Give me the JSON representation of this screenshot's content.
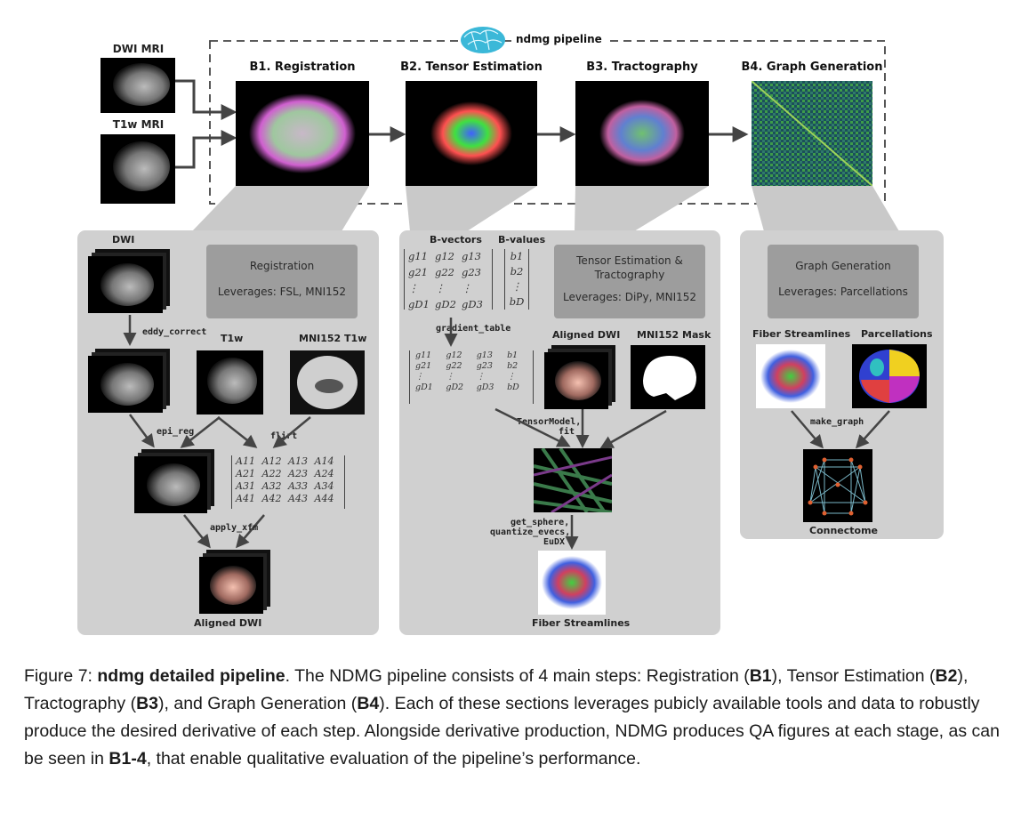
{
  "pipeline": {
    "title": "ndmg pipeline",
    "inputs": [
      {
        "label": "DWI MRI"
      },
      {
        "label": "T1w MRI"
      }
    ],
    "stages": [
      {
        "label": "B1. Registration"
      },
      {
        "label": "B2. Tensor Estimation"
      },
      {
        "label": "B3. Tractography"
      },
      {
        "label": "B4. Graph Generation"
      }
    ]
  },
  "panel_registration": {
    "box_title": "Registration",
    "box_leverages": "Leverages:  FSL, MNI152",
    "dwi": "DWI",
    "eddy": "eddy_correct",
    "t1w": "T1w",
    "mni": "MNI152 T1w",
    "epi_reg": "epi_reg",
    "flirt": "flirt",
    "apply_xfm": "apply_xfm",
    "aligned": "Aligned DWI",
    "matrix": [
      [
        "A11",
        "A12",
        "A13",
        "A14"
      ],
      [
        "A21",
        "A22",
        "A23",
        "A24"
      ],
      [
        "A31",
        "A32",
        "A33",
        "A34"
      ],
      [
        "A41",
        "A42",
        "A43",
        "A44"
      ]
    ]
  },
  "panel_tensor": {
    "box_title": "Tensor Estimation & Tractography",
    "box_leverages": "Leverages:  DiPy, MNI152",
    "bvectors": "B-vectors",
    "bvalues": "B-values",
    "gradient_table": "gradient_table",
    "aligned": "Aligned DWI",
    "mask": "MNI152 Mask",
    "tensormodel": "TensorModel,",
    "fit": "fit",
    "get_sphere": "get_sphere,",
    "quantize": "quantize_evecs,",
    "eudx": "EuDX",
    "fiber": "Fiber Streamlines",
    "g_matrix": [
      [
        "g11",
        "g12",
        "g13"
      ],
      [
        "g21",
        "g22",
        "g23"
      ],
      [
        "⋮",
        "⋮",
        "⋮"
      ],
      [
        "gD1",
        "gD2",
        "gD3"
      ]
    ],
    "b_vector": [
      "b1",
      "b2",
      "⋮",
      "bD"
    ]
  },
  "panel_graph": {
    "box_title": "Graph Generation",
    "box_leverages": "Leverages:  Parcellations",
    "fiber": "Fiber Streamlines",
    "parcellations": "Parcellations",
    "make_graph": "make_graph",
    "connectome": "Connectome"
  },
  "caption": {
    "figure_label": "Figure 7: ",
    "figure_title": "ndmg detailed pipeline",
    "t1": ". The ",
    "ndmg": "NDMG",
    "t2": " pipeline consists of 4 main steps: Registration (",
    "b1": "B1",
    "t3": "), Tensor Estimation (",
    "b2": "B2",
    "t4": "), Tractography (",
    "b3": "B3",
    "t5": "), and Graph Generation (",
    "b4": "B4",
    "t6": "). Each of these sections leverages pubicly available tools and data to robustly produce the desired derivative of each step. Alongside derivative production, ",
    "ndmg2": "NDMG",
    "t7": " produces QA figures at each stage, as can be seen in ",
    "b14": "B1-4",
    "t8": ", that enable qualitative evaluation of the pipeline’s performance."
  }
}
